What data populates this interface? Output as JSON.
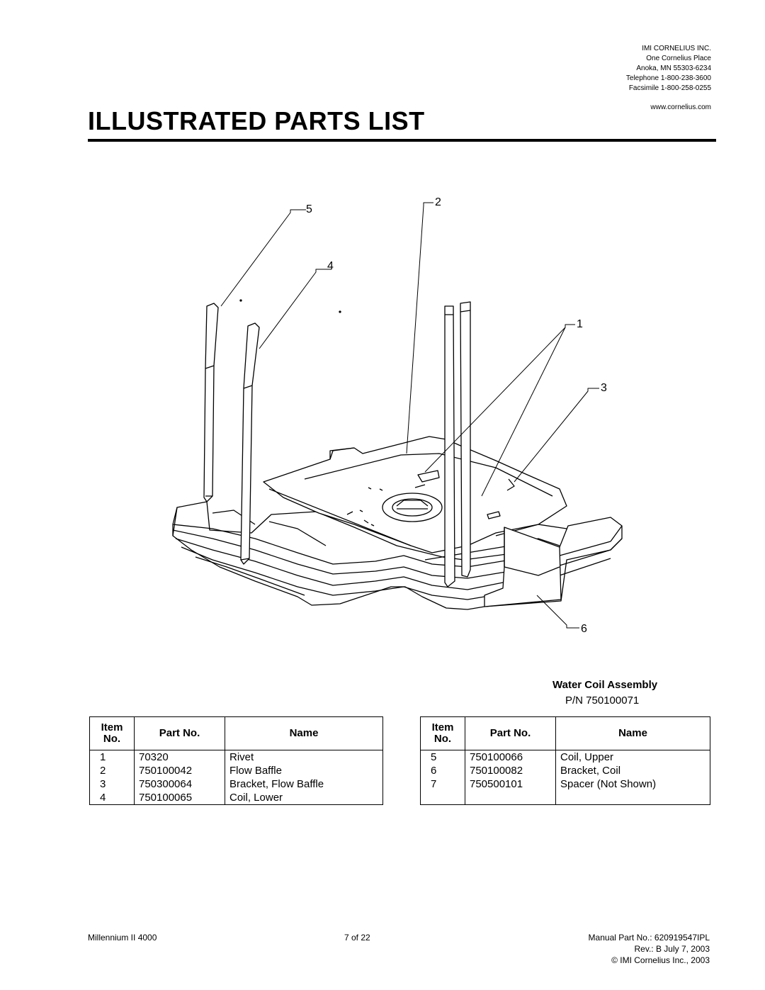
{
  "company": {
    "name": "IMI CORNELIUS INC.",
    "address1": "One Cornelius Place",
    "address2": "Anoka, MN 55303-6234",
    "telephone": "Telephone 1-800-238-3600",
    "facsimile": "Facsimile 1-800-258-0255",
    "website": "www.cornelius.com"
  },
  "title": "ILLUSTRATED PARTS LIST",
  "callouts": {
    "c1": "1",
    "c2": "2",
    "c3": "3",
    "c4": "4",
    "c5": "5",
    "c6": "6"
  },
  "assembly": {
    "title": "Water Coil Assembly",
    "part_number": "P/N 750100071"
  },
  "table_headers": {
    "item_no_line1": "Item",
    "item_no_line2": "No.",
    "part_no": "Part No.",
    "name": "Name"
  },
  "parts_left": [
    {
      "item": "1",
      "part": "70320",
      "name": "Rivet"
    },
    {
      "item": "2",
      "part": "750100042",
      "name": "Flow Baffle"
    },
    {
      "item": "3",
      "part": "750300064",
      "name": "Bracket, Flow Baffle"
    },
    {
      "item": "4",
      "part": "750100065",
      "name": "Coil, Lower"
    }
  ],
  "parts_right": [
    {
      "item": "5",
      "part": "750100066",
      "name": "Coil, Upper"
    },
    {
      "item": "6",
      "part": "750100082",
      "name": "Bracket, Coil"
    },
    {
      "item": "7",
      "part": "750500101",
      "name": "Spacer (Not Shown)"
    },
    {
      "item": "",
      "part": "",
      "name": ""
    }
  ],
  "footer": {
    "product": "Millennium II 4000",
    "page": "7 of 22",
    "manual_part": "Manual Part No.: 620919547IPL",
    "revision": "Rev.: B July 7, 2003",
    "copyright": "© IMI Cornelius Inc., 2003"
  }
}
